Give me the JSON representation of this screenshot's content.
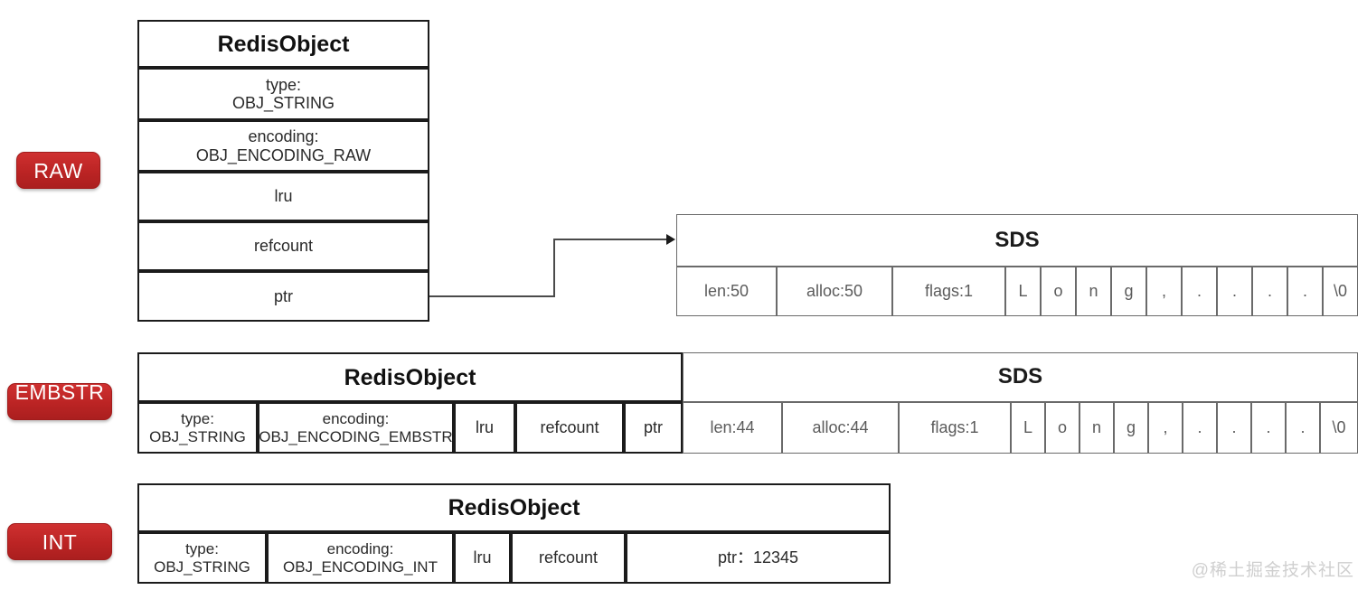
{
  "diagram": {
    "title": "Redis String object encodings",
    "watermark": "@稀土掘金技术社区",
    "accent_color": "#bb2424",
    "border_color": "#1b1b1b",
    "grey_border_color": "#6a6a6a"
  },
  "sections": {
    "raw": {
      "badge": "RAW",
      "object": {
        "title": "RedisObject",
        "fields": [
          {
            "label": "type:\nOBJ_STRING"
          },
          {
            "label": "encoding:\nOBJ_ENCODING_RAW"
          },
          {
            "label": "lru"
          },
          {
            "label": "refcount"
          },
          {
            "label": "ptr"
          }
        ]
      },
      "sds": {
        "title": "SDS",
        "header_cells": [
          {
            "label": "len:50"
          },
          {
            "label": "alloc:50"
          },
          {
            "label": "flags:1"
          }
        ],
        "chars": [
          "L",
          "o",
          "n",
          "g",
          ",",
          ".",
          ".",
          ".",
          ".",
          "\\0"
        ]
      },
      "connector": {
        "from": "ptr",
        "to": "SDS",
        "arrow": "right"
      }
    },
    "embstr": {
      "badge": "EMBSTR",
      "object": {
        "title": "RedisObject",
        "fields": [
          {
            "label": "type:\nOBJ_STRING"
          },
          {
            "label": "encoding:\nOBJ_ENCODING_EMBSTR"
          },
          {
            "label": "lru"
          },
          {
            "label": "refcount"
          },
          {
            "label": "ptr"
          }
        ]
      },
      "sds": {
        "title": "SDS",
        "header_cells": [
          {
            "label": "len:44"
          },
          {
            "label": "alloc:44"
          },
          {
            "label": "flags:1"
          }
        ],
        "chars": [
          "L",
          "o",
          "n",
          "g",
          ",",
          ".",
          ".",
          ".",
          ".",
          "\\0"
        ]
      }
    },
    "int": {
      "badge": "INT",
      "object": {
        "title": "RedisObject",
        "fields": [
          {
            "label": "type:\nOBJ_STRING"
          },
          {
            "label": "encoding:\nOBJ_ENCODING_INT"
          },
          {
            "label": "lru"
          },
          {
            "label": "refcount"
          },
          {
            "label": "ptr：12345"
          }
        ]
      }
    }
  }
}
